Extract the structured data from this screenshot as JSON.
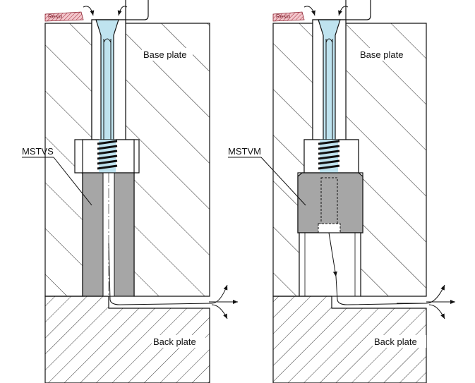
{
  "left_panel": {
    "resin_label": "Resin",
    "base_plate_label": "Base plate",
    "part_label": "MSTVS",
    "back_plate_label": "Back plate"
  },
  "right_panel": {
    "resin_label": "Resin",
    "base_plate_label": "Base plate",
    "part_label": "MSTVM",
    "back_plate_label": "Back plate"
  },
  "colors": {
    "line": "#111111",
    "pin_fill": "#bfe3ef",
    "bushing_fill": "#a6a6a6",
    "resin_fill": "#f3c7cc",
    "resin_line": "#8a1f2e"
  }
}
